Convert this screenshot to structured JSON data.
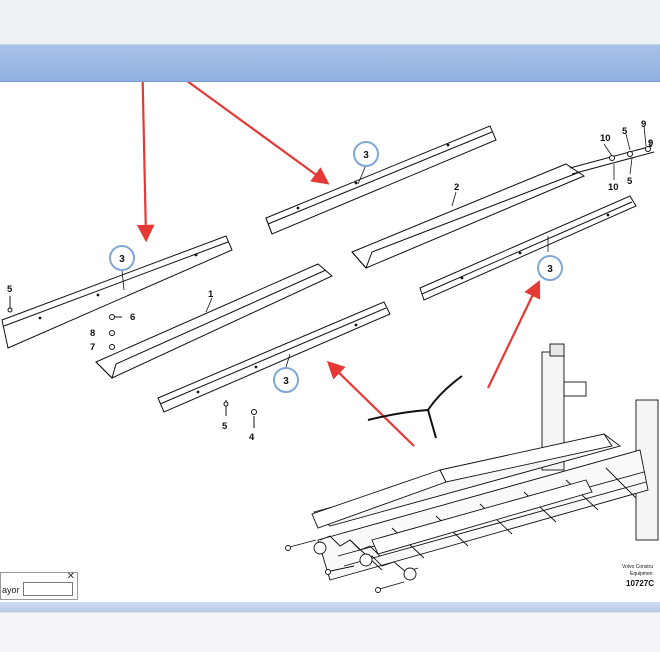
{
  "diagram": {
    "callouts": {
      "c10a": "10",
      "c5a": "5",
      "c9a": "9",
      "c9b": "9",
      "c10b": "10",
      "c5b": "5",
      "c2": "2",
      "c1": "1",
      "c5c": "5",
      "c6": "6",
      "c8": "8",
      "c7": "7",
      "c5d": "5",
      "c4": "4"
    },
    "circled_labels": [
      "3",
      "3",
      "3",
      "3"
    ],
    "caption": {
      "line1": "Volvo Constru",
      "line2": "Equipmen",
      "code": "10727C"
    },
    "colors": {
      "arrow": "#e53935",
      "circle": "#7fa8d6",
      "header": "#9bb8e3"
    }
  },
  "panel": {
    "label": "ayor",
    "close_symbol": "✕"
  }
}
